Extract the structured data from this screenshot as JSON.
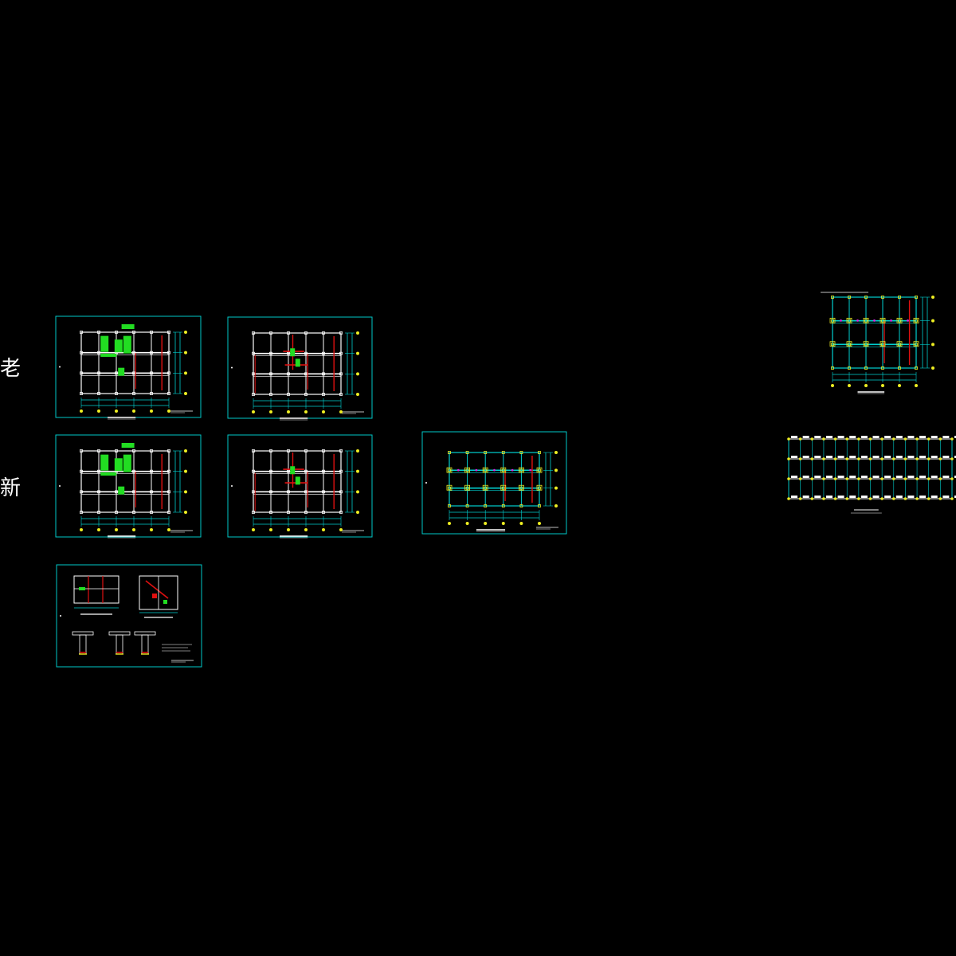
{
  "labels": {
    "old": "老",
    "new": "新"
  },
  "colors": {
    "background": "#000000",
    "frame": "#00c8c8",
    "grid_white": "#ffffff",
    "wall_red": "#e01010",
    "member_green": "#22dd22",
    "axis_yellow": "#eeee22",
    "dim_cyan": "#00d0d0",
    "accent_magenta": "#dd22dd"
  },
  "sheets": [
    {
      "id": "old-plan-1",
      "kind": "plan-green"
    },
    {
      "id": "old-plan-2",
      "kind": "plan-red"
    },
    {
      "id": "new-plan-1",
      "kind": "plan-green"
    },
    {
      "id": "new-plan-2",
      "kind": "plan-red"
    },
    {
      "id": "new-plan-3",
      "kind": "plan-cyan"
    },
    {
      "id": "detail-sheet",
      "kind": "details"
    }
  ],
  "loose_drawings": [
    {
      "id": "right-plan-top",
      "kind": "plan-cyan"
    },
    {
      "id": "right-strip-plan",
      "kind": "strip"
    }
  ]
}
